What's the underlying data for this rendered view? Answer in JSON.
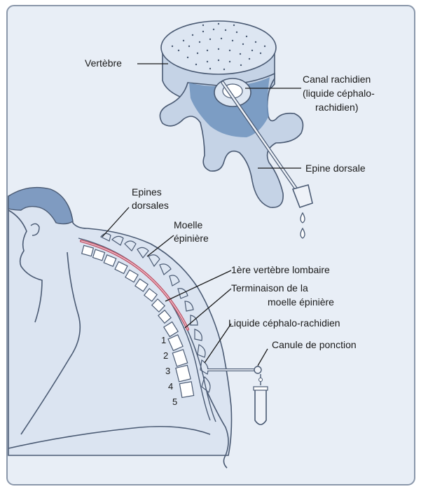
{
  "labels": {
    "vertebre": "Vertèbre",
    "canal_1": "Canal rachidien",
    "canal_2": "(liquide céphalo-",
    "canal_3": "rachidien)",
    "epine_dorsale": "Epine dorsale",
    "epines_1": "Epines",
    "epines_2": "dorsales",
    "moelle_1": "Moelle",
    "moelle_2": "épinière",
    "lombaire": "1ère vertèbre lombaire",
    "terminaison_1": "Terminaison de la",
    "terminaison_2": "moelle épinière",
    "liquide": "Liquide céphalo-rachidien",
    "canule": "Canule de ponction"
  },
  "vertebra_numbers": [
    "1",
    "2",
    "3",
    "4",
    "5"
  ],
  "colors": {
    "background": "#e8eef6",
    "bone": "#c5d3e6",
    "bone_dark": "#6f93bd",
    "skin": "#dbe4f1",
    "hair": "#7f9bc1",
    "spinal_cord": "#c0576b",
    "outline": "#4a5a73",
    "frame": "#8a97aa"
  }
}
